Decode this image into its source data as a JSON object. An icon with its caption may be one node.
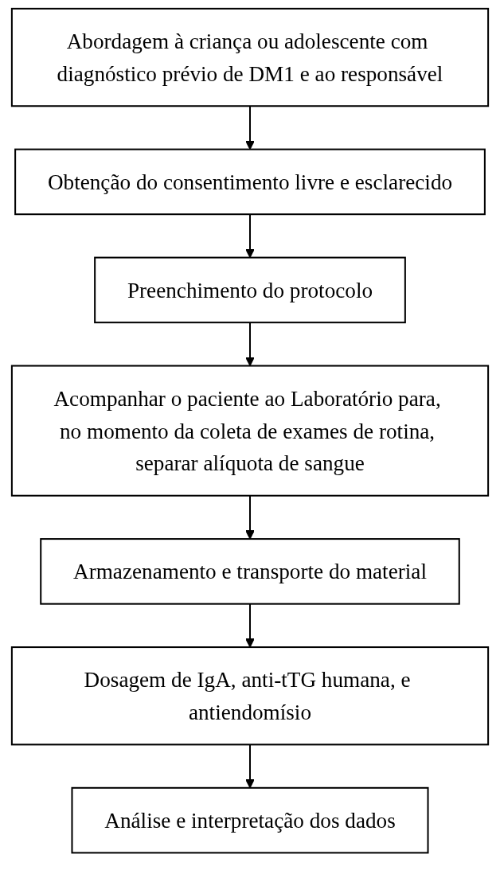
{
  "diagram": {
    "nodes": [
      {
        "text": [
          "Abordagem à criança ou adolescente com diagnóstico prévio de DM1 e ao responsável"
        ]
      },
      {
        "text": [
          "Obtenção do consentimento livre e esclarecido"
        ]
      },
      {
        "text": [
          "Preenchimento do protocolo"
        ]
      },
      {
        "text": [
          "Acompanhar o paciente ao Laboratório para, no momento da coleta de exames de rotina, separar alíquota de sangue"
        ]
      },
      {
        "text": [
          "Armazenamento e transporte do material"
        ]
      },
      {
        "text": [
          "Dosagem de IgA, anti-tTG humana, e antiendomísio"
        ]
      },
      {
        "text": [
          "Análise e interpretação dos dados"
        ]
      }
    ],
    "edges": [
      {
        "from": 0,
        "to": 1,
        "arrow": "to"
      },
      {
        "from": 1,
        "to": 2,
        "arrow": "to"
      },
      {
        "from": 2,
        "to": 3,
        "arrow": "to"
      },
      {
        "from": 3,
        "to": 4,
        "arrow": "to"
      },
      {
        "from": 4,
        "to": 5,
        "arrow": "to"
      },
      {
        "from": 5,
        "to": 6,
        "arrow": "to"
      }
    ]
  }
}
